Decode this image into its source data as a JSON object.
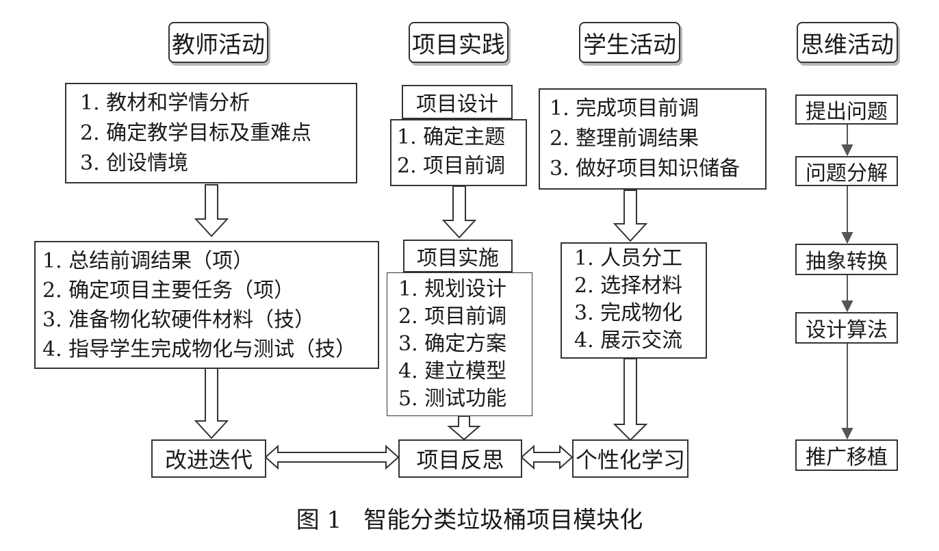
{
  "headers": {
    "teacher": "教师活动",
    "project": "项目实践",
    "student": "学生活动",
    "thinking": "思维活动"
  },
  "teacher": {
    "prep": [
      "1. 教材和学情分析",
      "2. 确定教学目标及重难点",
      "3. 创设情境"
    ],
    "tasks": [
      "1. 总结前调结果（项）",
      "2. 确定项目主要任务（项）",
      "3. 准备物化软硬件材料（技）",
      "4. 指导学生完成物化与测试（技）"
    ],
    "iterate": "改进迭代"
  },
  "project": {
    "design_title": "项目设计",
    "design_items": [
      "1. 确定主题",
      "2. 项目前调"
    ],
    "impl_title": "项目实施",
    "impl_items": [
      "1. 规划设计",
      "2. 项目前调",
      "3. 确定方案",
      "4. 建立模型",
      "5. 测试功能"
    ],
    "reflect": "项目反思"
  },
  "student": {
    "prep": [
      "1. 完成项目前调",
      "2. 整理前调结果",
      "3. 做好项目知识储备"
    ],
    "tasks": [
      "1. 人员分工",
      "2. 选择材料",
      "3. 完成物化",
      "4. 展示交流"
    ],
    "personal": "个性化学习"
  },
  "thinking": {
    "steps": [
      "提出问题",
      "问题分解",
      "抽象转换",
      "设计算法",
      "推广移植"
    ]
  },
  "caption": {
    "number": "图 1",
    "text": "智能分类垃圾桶项目模块化"
  }
}
